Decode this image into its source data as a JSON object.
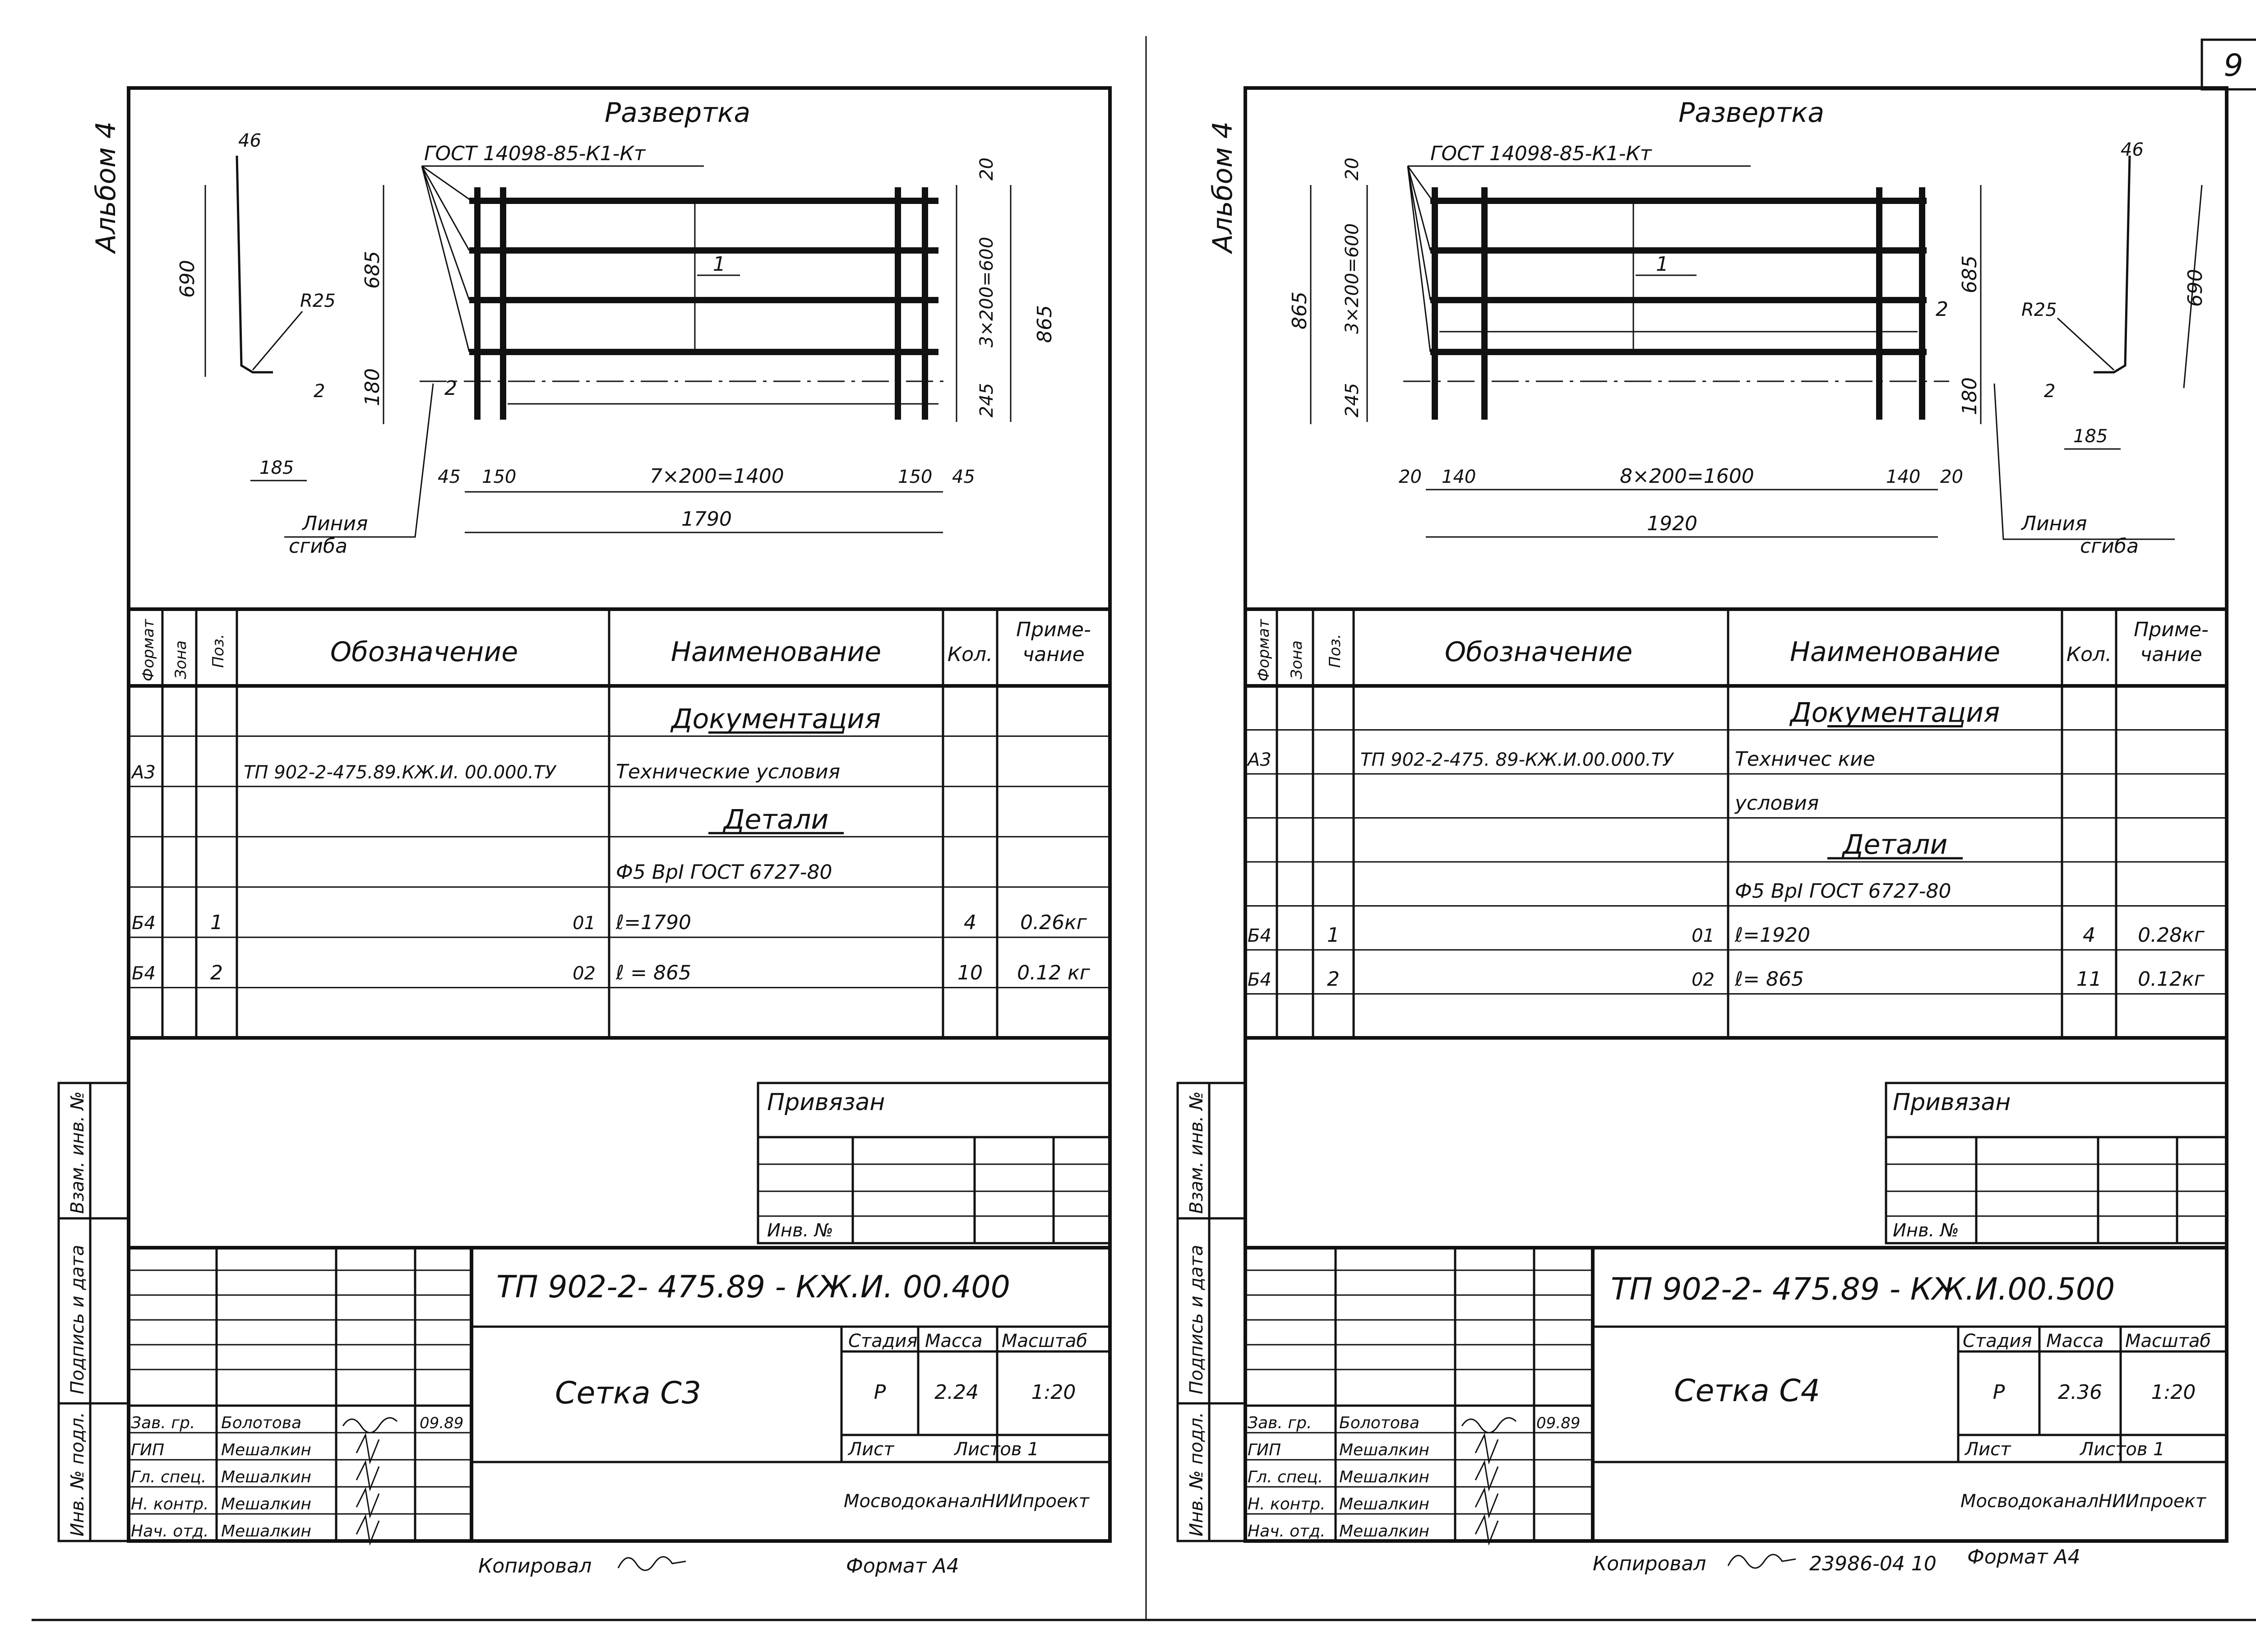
{
  "page_number": "9",
  "copy_note_left": "Копировал",
  "copy_note_right": "Копировал",
  "order_number": "23986-04 10",
  "sheets": [
    {
      "album": "Альбом 4",
      "drawing_title": "Развертка",
      "gost": "ГОСТ 14098-85-К1-Кт",
      "bend_line": [
        "Линия",
        "сгиба"
      ],
      "dims": {
        "profile_top": "46",
        "profile_height": "690",
        "radius": "R25",
        "hook": "2",
        "base": "185",
        "left_total": "685",
        "left_bottom": "180",
        "pos2": "2",
        "pos1": "1",
        "right_top": "20",
        "right_mid": "3×200=600",
        "right_bottom": "245",
        "right_total": "865",
        "bottom_left": "45",
        "bottom_left2": "150",
        "bottom_mid": "7×200=1400",
        "bottom_right2": "150",
        "bottom_right": "45",
        "overall": "1790"
      },
      "spec_headers": [
        "Формат",
        "Зона",
        "Поз.",
        "Обозначение",
        "Наименование",
        "Кол.",
        "Приме-",
        "чание"
      ],
      "spec_rows": [
        {
          "format": "",
          "pos": "",
          "designation": "",
          "name": "Документация",
          "qty": "",
          "note": "",
          "underline": true
        },
        {
          "format": "А3",
          "pos": "",
          "designation": "ТП 902-2-475.89.КЖ.И. 00.000.ТУ",
          "name": "Технические  условия",
          "qty": "",
          "note": "",
          "underline": false
        },
        {
          "format": "",
          "pos": "",
          "designation": "",
          "name": "Детали",
          "qty": "",
          "note": "",
          "underline": true
        },
        {
          "format": "",
          "pos": "",
          "designation": "",
          "name": "Ф5 ВрI ГОСТ 6727-80",
          "qty": "",
          "note": "",
          "underline": false
        },
        {
          "format": "Б4",
          "pos": "1",
          "designation": "01",
          "name": "ℓ=1790",
          "qty": "4",
          "note": "0.26кг",
          "underline": false
        },
        {
          "format": "Б4",
          "pos": "2",
          "designation": "02",
          "name": "ℓ = 865",
          "qty": "10",
          "note": "0.12 кг",
          "underline": false
        }
      ],
      "privyazan": "Привязан",
      "inv_no": "Инв. №",
      "side_labels": [
        "Инв. № подл.",
        "Подпись и дата",
        "Взам. инв. №"
      ],
      "code": "ТП 902-2- 475.89 -   КЖ.И. 00.400",
      "object_name": "Сетка  С3",
      "stage_label": "Стадия",
      "mass_label": "Масса",
      "scale_label": "Масштаб",
      "stage": "Р",
      "mass": "2.24",
      "scale": "1:20",
      "list_label": "Лист",
      "lists_label": "Листов 1",
      "org": "МосводоканалНИИпроект",
      "roles": [
        {
          "role": "Зав. гр.",
          "name": "Болотова",
          "date": "09.89"
        },
        {
          "role": "ГИП",
          "name": "Мешалкин",
          "date": ""
        },
        {
          "role": "Гл. спец.",
          "name": "Мешалкин",
          "date": ""
        },
        {
          "role": "Н. контр.",
          "name": "Мешалкин",
          "date": ""
        },
        {
          "role": "Нач. отд.",
          "name": "Мешалкин",
          "date": ""
        }
      ],
      "format": "Формат А4"
    },
    {
      "album": "Альбом 4",
      "drawing_title": "Развертка",
      "gost": "ГОСТ 14098-85-К1-Кт",
      "bend_line": [
        "Линия",
        "сгиба"
      ],
      "dims": {
        "profile_top": "46",
        "profile_height": "690",
        "radius": "R25",
        "hook": "2",
        "base": "185",
        "left_total": "865",
        "left_top": "20",
        "left_mid": "3×200=600",
        "left_bottom": "245",
        "pos1": "1",
        "pos2": "2",
        "right_total": "685",
        "right_bottom": "180",
        "bottom_left": "20",
        "bottom_left2": "140",
        "bottom_mid": "8×200=1600",
        "bottom_right2": "140",
        "bottom_right": "20",
        "overall": "1920"
      },
      "spec_headers": [
        "Формат",
        "Зона",
        "Поз.",
        "Обозначение",
        "Наименование",
        "Кол.",
        "Приме-",
        "чание"
      ],
      "spec_rows": [
        {
          "format": "",
          "pos": "",
          "designation": "",
          "name": "Документация",
          "qty": "",
          "note": "",
          "underline": true
        },
        {
          "format": "А3",
          "pos": "",
          "designation": "ТП 902-2-475. 89-КЖ.И.00.000.ТУ",
          "name": "Техничес кие",
          "qty": "",
          "note": "",
          "underline": false
        },
        {
          "format": "",
          "pos": "",
          "designation": "",
          "name": "условия",
          "qty": "",
          "note": "",
          "underline": false
        },
        {
          "format": "",
          "pos": "",
          "designation": "",
          "name": "Детали",
          "qty": "",
          "note": "",
          "underline": true
        },
        {
          "format": "",
          "pos": "",
          "designation": "",
          "name": "Ф5 ВрI ГОСТ 6727-80",
          "qty": "",
          "note": "",
          "underline": false
        },
        {
          "format": "Б4",
          "pos": "1",
          "designation": "01",
          "name": "ℓ=1920",
          "qty": "4",
          "note": "0.28кг",
          "underline": false
        },
        {
          "format": "Б4",
          "pos": "2",
          "designation": "02",
          "name": "ℓ= 865",
          "qty": "11",
          "note": "0.12кг",
          "underline": false
        }
      ],
      "privyazan": "Привязан",
      "inv_no": "Инв. №",
      "side_labels": [
        "Инв. № подл.",
        "Подпись и дата",
        "Взам. инв. №"
      ],
      "code": "ТП 902-2- 475.89   -  КЖ.И.00.500",
      "object_name": "Сетка  С4",
      "stage_label": "Стадия",
      "mass_label": "Масса",
      "scale_label": "Масштаб",
      "stage": "Р",
      "mass": "2.36",
      "scale": "1:20",
      "list_label": "Лист",
      "lists_label": "Листов 1",
      "org": "МосводоканалНИИпроект",
      "roles": [
        {
          "role": "Зав. гр.",
          "name": "Болотова",
          "date": "09.89"
        },
        {
          "role": "ГИП",
          "name": "Мешалкин",
          "date": ""
        },
        {
          "role": "Гл. спец.",
          "name": "Мешалкин",
          "date": ""
        },
        {
          "role": "Н. контр.",
          "name": "Мешалкин",
          "date": ""
        },
        {
          "role": "Нач. отд.",
          "name": "Мешалкин",
          "date": ""
        }
      ],
      "format": "Формат А4"
    }
  ]
}
